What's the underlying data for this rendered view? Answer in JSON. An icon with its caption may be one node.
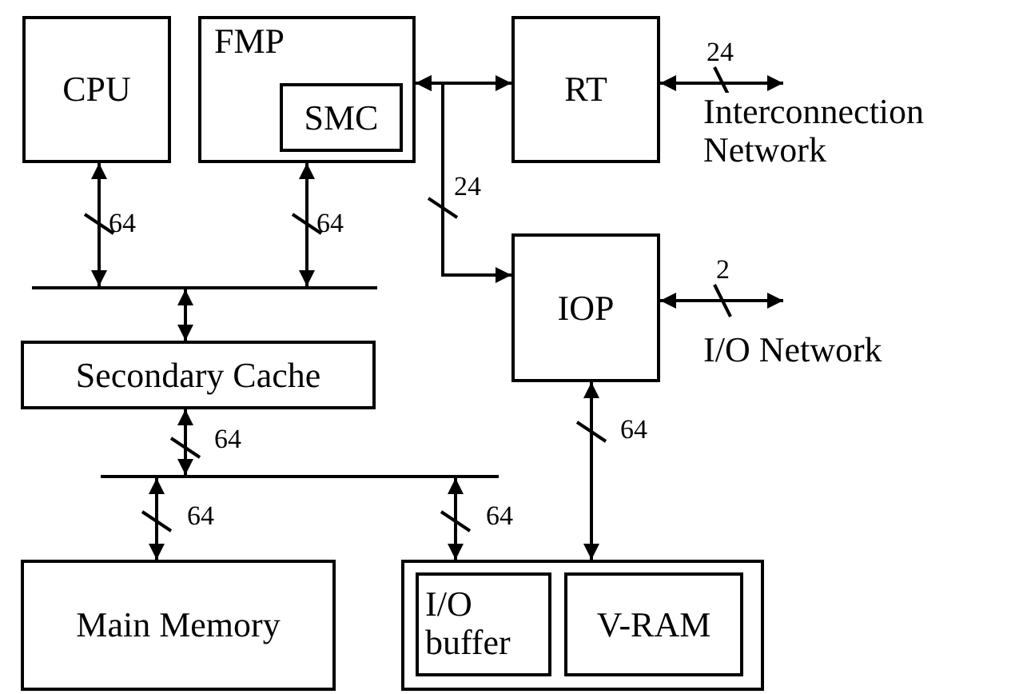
{
  "diagram": {
    "nodes": [
      {
        "text": [
          "CPU"
        ]
      },
      {
        "text": [
          "FMP"
        ]
      },
      {
        "text": [
          "SMC"
        ],
        "in": 1
      },
      {
        "text": [
          "RT"
        ]
      },
      {
        "text": [
          "IOP"
        ]
      },
      {
        "text": [
          "Secondary Cache"
        ]
      },
      {
        "text": [
          "Main Memory"
        ]
      },
      {
        "text": [],
        "shape": "box"
      },
      {
        "text": [
          "I/O buffer"
        ],
        "in": 7
      },
      {
        "text": [
          "V-RAM"
        ],
        "in": 7
      },
      {
        "text": [],
        "shape": "bar"
      },
      {
        "text": [],
        "shape": "bar"
      },
      {
        "text": [
          "Interconnection Network"
        ]
      },
      {
        "text": [
          "I/O Network"
        ]
      }
    ],
    "edges": [
      {
        "from": 0,
        "to": 10,
        "arrow": "both",
        "label": "64"
      },
      {
        "from": 1,
        "to": 10,
        "arrow": "both",
        "label": "64"
      },
      {
        "from": 10,
        "to": 5,
        "arrow": "both"
      },
      {
        "from": 5,
        "to": 11,
        "arrow": "both",
        "label": "64"
      },
      {
        "from": 11,
        "to": 6,
        "arrow": "both",
        "label": "64"
      },
      {
        "from": 11,
        "to": 7,
        "arrow": "both",
        "label": "64"
      },
      {
        "from": 4,
        "to": 7,
        "arrow": "both",
        "label": "64"
      },
      {
        "from": 1,
        "to": 3,
        "arrow": "both"
      },
      {
        "from": 1,
        "to": 4,
        "arrow": "both",
        "label": "24"
      },
      {
        "from": 3,
        "to": 12,
        "arrow": "both",
        "label": "24"
      },
      {
        "from": 4,
        "to": 13,
        "arrow": "both",
        "label": "2"
      }
    ]
  }
}
